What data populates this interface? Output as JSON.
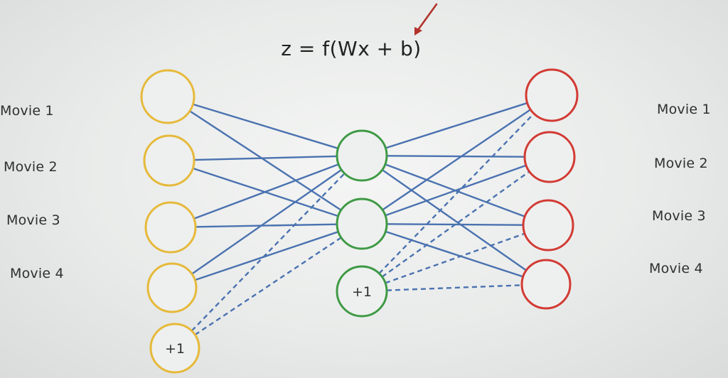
{
  "formula": "z = f(Wx + b)",
  "colors": {
    "input_node": "#e6b93a",
    "hidden_node": "#3f9a45",
    "output_node": "#d23b34",
    "edge": "#4a72b0",
    "arrow": "#b2322b"
  },
  "left_labels": [
    "Movie 1",
    "Movie 2",
    "Movie 3",
    "Movie 4"
  ],
  "right_labels": [
    "Movie 1",
    "Movie 2",
    "Movie 3",
    "Movie 4"
  ],
  "input_bias_label": "+1",
  "hidden_bias_label": "+1"
}
